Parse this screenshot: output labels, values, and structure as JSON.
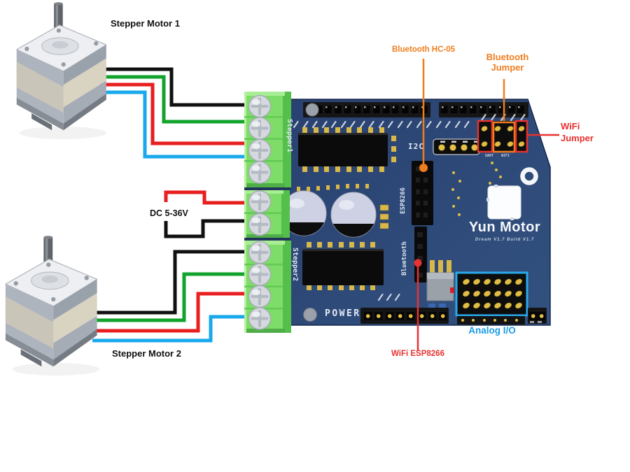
{
  "diagram": {
    "motor1_label": "Stepper Motor 1",
    "motor2_label": "Stepper Motor 2",
    "dc_label": "DC 5-36V"
  },
  "annotations": {
    "bluetooth_hc05": "Bluetooth HC-05",
    "bluetooth_jumper": [
      "Bluetooth",
      "Jumper"
    ],
    "wifi_jumper": [
      "WiFi",
      "Jumper"
    ],
    "wifi_esp8266": "WiFi ESP8266",
    "analog_io": "Analog I/O"
  },
  "board": {
    "title": "Yun Motor",
    "subtitle": "Dream V1.7 Build V1.7",
    "silk_stepper1": "Stepper1",
    "silk_stepper2": "Stepper2",
    "silk_i2c": "I2C",
    "silk_power": "POWER",
    "silk_esp8266": "ESP8266",
    "silk_bluetooth": "Bluetooth",
    "silk_uart": "UART",
    "silk_wifi": "WIFI"
  },
  "colors": {
    "wire_black": "#101010",
    "wire_green": "#12a32c",
    "wire_red": "#e81e20",
    "wire_blue": "#19a8ec",
    "annotation_orange": "#f07d1d",
    "annotation_red": "#e73230",
    "analog_blue": "#1b9ce4",
    "board_navy": "#2c4876",
    "terminal_green": "#7edc68",
    "pin_yellow": "#e0bd45"
  }
}
